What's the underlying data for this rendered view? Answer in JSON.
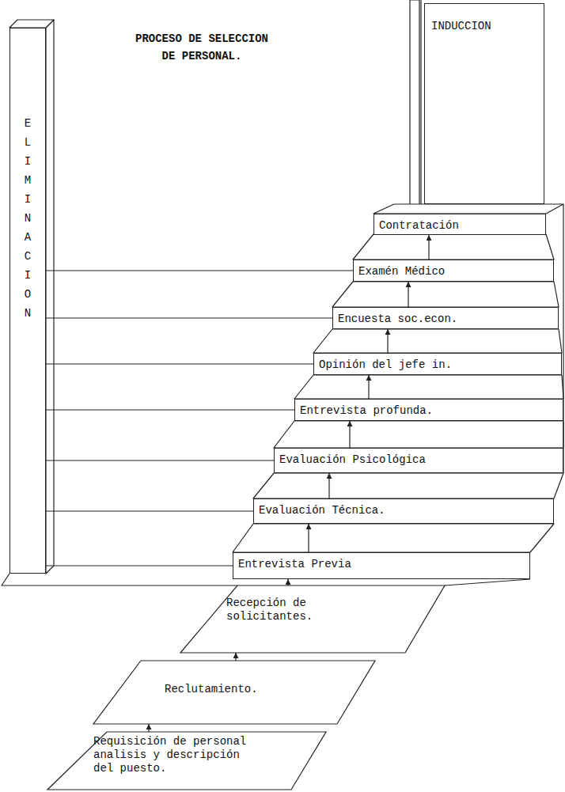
{
  "diagram": {
    "title": "PROCESO DE SELECCION DE PERSONAL.",
    "nodes": [
      {
        "text": [
          "INDUCCION"
        ]
      },
      {
        "text": [
          "ELIMINACION"
        ]
      },
      {
        "text": [
          "Contratación"
        ]
      },
      {
        "text": [
          "Examén Médico"
        ]
      },
      {
        "text": [
          "Encuesta soc.econ."
        ]
      },
      {
        "text": [
          "Opinión del jefe in."
        ]
      },
      {
        "text": [
          "Entrevista profunda."
        ]
      },
      {
        "text": [
          "Evaluación Psicológica"
        ]
      },
      {
        "text": [
          "Evaluación Técnica."
        ]
      },
      {
        "text": [
          "Entrevista Previa"
        ]
      },
      {
        "text": [
          "Recepción de solicitantes."
        ]
      },
      {
        "text": [
          "Reclutamiento."
        ]
      },
      {
        "text": [
          "Requisición de personal analisis y descripción del puesto."
        ]
      }
    ],
    "edges": [
      {
        "from": 12,
        "to": 11,
        "arrow": "to"
      },
      {
        "from": 11,
        "to": 10,
        "arrow": "to"
      },
      {
        "from": 10,
        "to": 9,
        "arrow": "to"
      },
      {
        "from": 9,
        "to": 8,
        "arrow": "to"
      },
      {
        "from": 8,
        "to": 7,
        "arrow": "to"
      },
      {
        "from": 7,
        "to": 6,
        "arrow": "to"
      },
      {
        "from": 6,
        "to": 5,
        "arrow": "to"
      },
      {
        "from": 5,
        "to": 4,
        "arrow": "to"
      },
      {
        "from": 4,
        "to": 3,
        "arrow": "to"
      },
      {
        "from": 3,
        "to": 2,
        "arrow": "to"
      },
      {
        "from": 1,
        "to": 3,
        "arrow": "none"
      },
      {
        "from": 1,
        "to": 4,
        "arrow": "none"
      },
      {
        "from": 1,
        "to": 5,
        "arrow": "none"
      },
      {
        "from": 1,
        "to": 6,
        "arrow": "none"
      },
      {
        "from": 1,
        "to": 7,
        "arrow": "none"
      },
      {
        "from": 1,
        "to": 8,
        "arrow": "none"
      },
      {
        "from": 1,
        "to": 9,
        "arrow": "none"
      }
    ]
  }
}
